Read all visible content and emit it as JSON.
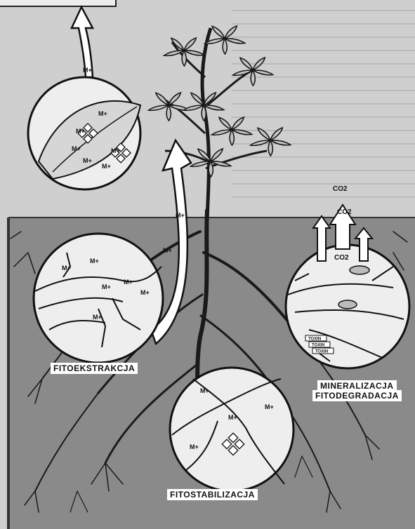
{
  "labels": {
    "fitoekstrakcja": "FITOEKSTRAKCJA",
    "fitostabilizacja": "FITOSTABILIZACJA",
    "mineralizacja": "MINERALIZACJA",
    "fitodegradacja": "FITODEGRADACJA"
  },
  "co2": {
    "top": "CO2",
    "arrow": "CO2",
    "bottom": "CO2"
  },
  "metal_ion": "M+",
  "toxin": "TOXIN",
  "colors": {
    "soil": "#8a8a8a",
    "sky": "#cfcfcf",
    "circle_fill": "#eeeeee",
    "ink": "#111111"
  }
}
